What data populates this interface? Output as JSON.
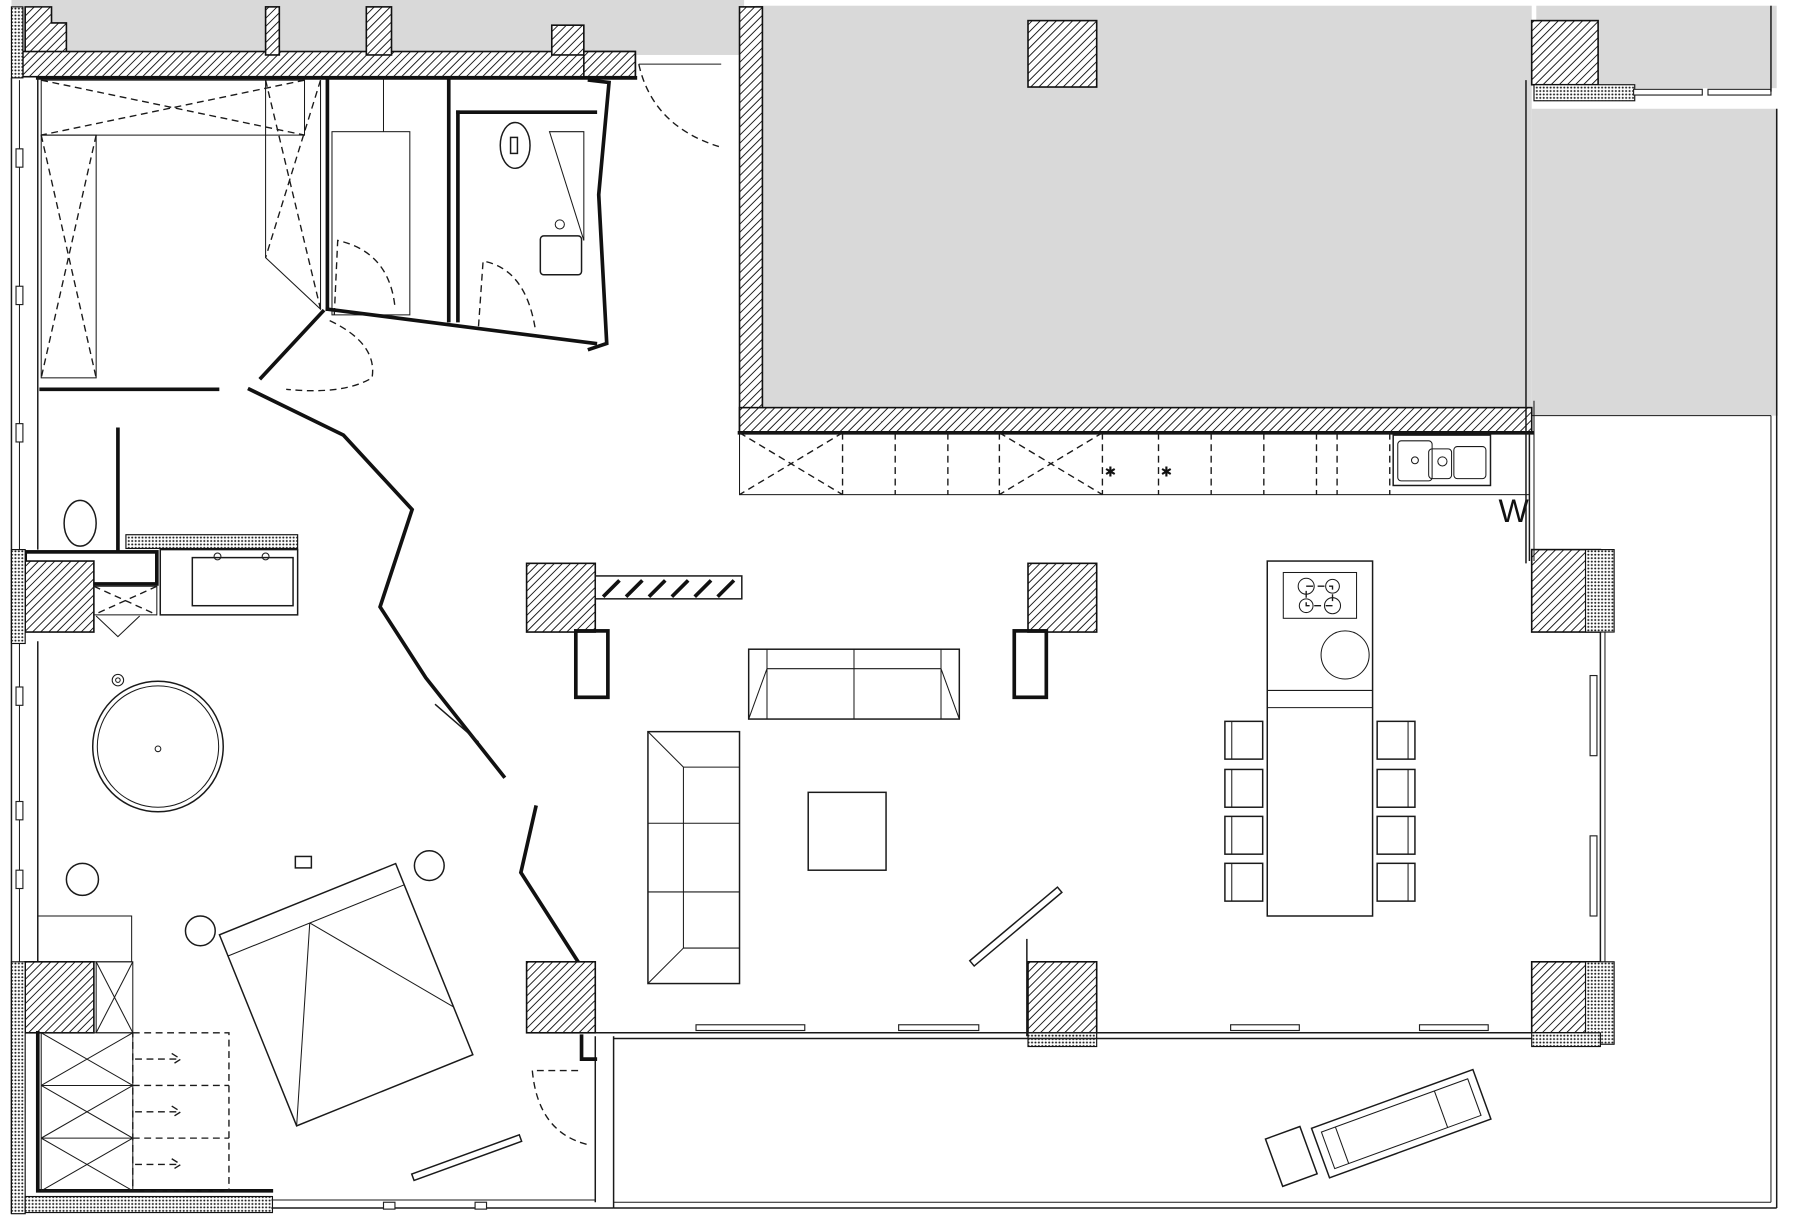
{
  "drawing": {
    "type": "architectural floor plan",
    "background": "#ffffff",
    "colors": {
      "line": "#1a1a1a",
      "unbuilt_area": "#d9d9d9",
      "wall_hatch": "#111111"
    },
    "rooms": [
      {
        "id": "walk-in-closet",
        "label": ""
      },
      {
        "id": "storage",
        "label": ""
      },
      {
        "id": "wc",
        "label": ""
      },
      {
        "id": "bathroom",
        "label": ""
      },
      {
        "id": "bedroom",
        "label": ""
      },
      {
        "id": "living-room",
        "label": ""
      },
      {
        "id": "kitchen",
        "label": ""
      },
      {
        "id": "dining",
        "label": ""
      },
      {
        "id": "terrace",
        "label": ""
      }
    ],
    "furniture": {
      "sofas": 2,
      "coffee_tables": 1,
      "dining_chairs": 8,
      "beds": 1,
      "bathtubs": 1,
      "toilets": 2,
      "sinks": 2,
      "cooktop_burners": 4,
      "sun_loungers": 1
    },
    "kitchen_symbol": "W",
    "note": "Drawing contains no text labels except the 'W' appliance mark"
  }
}
